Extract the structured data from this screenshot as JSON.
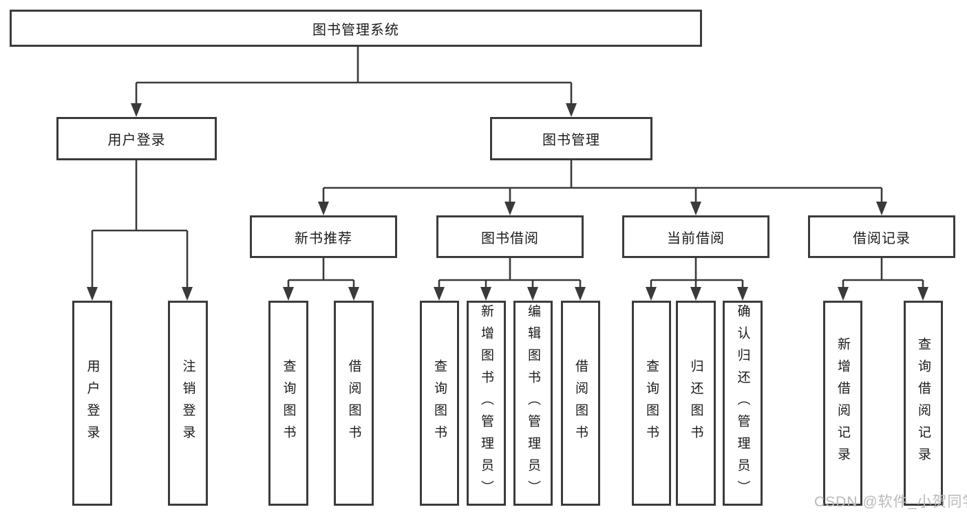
{
  "diagram_title": "图书管理系统",
  "nodes": {
    "root": "图书管理系统",
    "user_login": "用户登录",
    "book_mgmt": "图书管理",
    "new_rec": "新书推荐",
    "book_borrow": "图书借阅",
    "current_borrow": "当前借阅",
    "borrow_record": "借阅记录",
    "leaf_user_login": "用户登录",
    "leaf_logout": "注销登录",
    "leaf_rec_query": "查询图书",
    "leaf_rec_borrow": "借阅图书",
    "leaf_bb_query": "查询图书",
    "leaf_bb_add": "新增图书（管理员）",
    "leaf_bb_edit": "编辑图书（管理员）",
    "leaf_bb_borrow": "借阅图书",
    "leaf_cb_query": "查询图书",
    "leaf_cb_return": "归还图书",
    "leaf_cb_confirm": "确认归还（管理员）",
    "leaf_br_add": "新增借阅记录",
    "leaf_br_query": "查询借阅记录"
  },
  "hierarchy": [
    {
      "parent": "图书管理系统",
      "children": [
        "用户登录",
        "图书管理"
      ]
    },
    {
      "parent": "用户登录",
      "children": [
        "用户登录",
        "注销登录"
      ]
    },
    {
      "parent": "图书管理",
      "children": [
        "新书推荐",
        "图书借阅",
        "当前借阅",
        "借阅记录"
      ]
    },
    {
      "parent": "新书推荐",
      "children": [
        "查询图书",
        "借阅图书"
      ]
    },
    {
      "parent": "图书借阅",
      "children": [
        "查询图书",
        "新增图书（管理员）",
        "编辑图书（管理员）",
        "借阅图书"
      ]
    },
    {
      "parent": "当前借阅",
      "children": [
        "查询图书",
        "归还图书",
        "确认归还（管理员）"
      ]
    },
    {
      "parent": "借阅记录",
      "children": [
        "新增借阅记录",
        "查询借阅记录"
      ]
    }
  ],
  "watermark": "CSDN @软件_小贺同学",
  "colors": {
    "line": "#3a3a3a",
    "box_border": "#3b3b3b",
    "text": "#1b1b1b",
    "watermark": "#b9b9b9",
    "background": "#ffffff"
  }
}
